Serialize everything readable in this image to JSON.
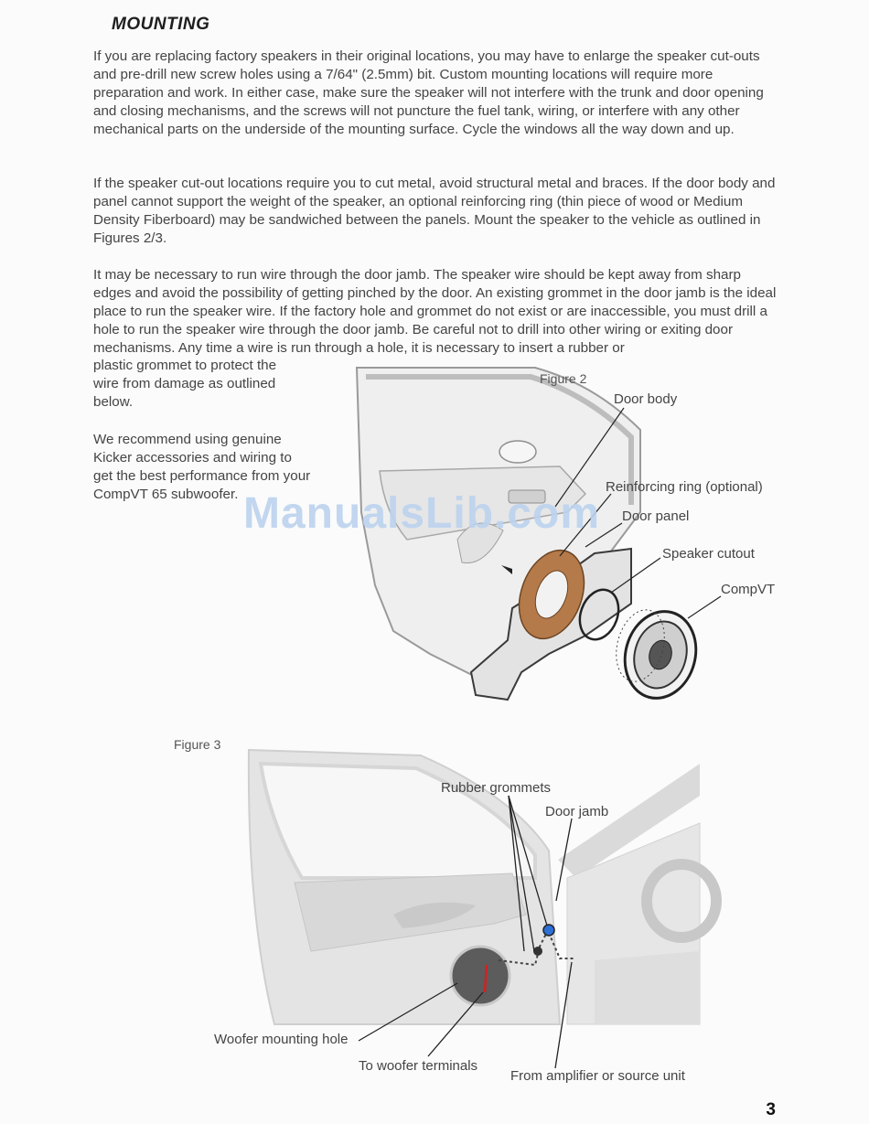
{
  "heading": "MOUNTING",
  "paragraphs": {
    "p1": "If you are replacing factory speakers in their original locations, you may have to enlarge the speaker cut-outs and pre-drill new screw holes using a 7/64\" (2.5mm) bit. Custom mounting locations will require more preparation and work. In either case, make sure the speaker will not interfere with the trunk and door opening and closing mechanisms, and the screws will not puncture the fuel tank, wiring, or interfere with any other mechanical parts on the underside of the mounting surface. Cycle the windows all the way down and up.",
    "p2": "If the speaker cut-out locations require you to cut metal, avoid structural metal and braces. If the door body and panel cannot support the weight of the speaker, an optional reinforcing ring (thin piece of wood or Medium Density Fiberboard) may be sandwiched between the panels. Mount the speaker to the vehicle as outlined in Figures 2/3.",
    "p3": "It may be necessary to run wire through the door jamb. The speaker wire should be kept away from sharp edges and avoid the possibility of getting pinched by the door. An existing grommet in the door jamb is the ideal place to run the speaker wire. If the factory hole and grommet do not exist or are inaccessible, you must drill a hole to run the speaker wire through the door jamb. Be careful not to drill into other wiring or exiting door mechanisms. Any time a wire is run through a hole, it is necessary to insert a rubber or",
    "p3_cont": "plastic grommet to protect the wire from damage as outlined below.",
    "p4": "We recommend using genuine Kicker accessories and wiring to get the best performance from your CompVT 65 subwoofer."
  },
  "figure2": {
    "label": "Figure 2",
    "callouts": {
      "door_body": "Door body",
      "reinforcing_ring": "Reinforcing ring (optional)",
      "door_panel": "Door panel",
      "speaker_cutout": "Speaker cutout",
      "compvt": "CompVT"
    }
  },
  "figure3": {
    "label": "Figure 3",
    "callouts": {
      "rubber_grommets": "Rubber grommets",
      "door_jamb": "Door jamb",
      "woofer_hole": "Woofer mounting hole",
      "woofer_terminals": "To woofer terminals",
      "from_amp": "From amplifier or source unit"
    }
  },
  "watermark": "ManualsLib.com",
  "page_number": "3",
  "colors": {
    "ring": "#b57a4a",
    "wire_red": "#d42020",
    "grommet_blue": "#2c6fd6",
    "door_fill": "#dcdcdc"
  }
}
